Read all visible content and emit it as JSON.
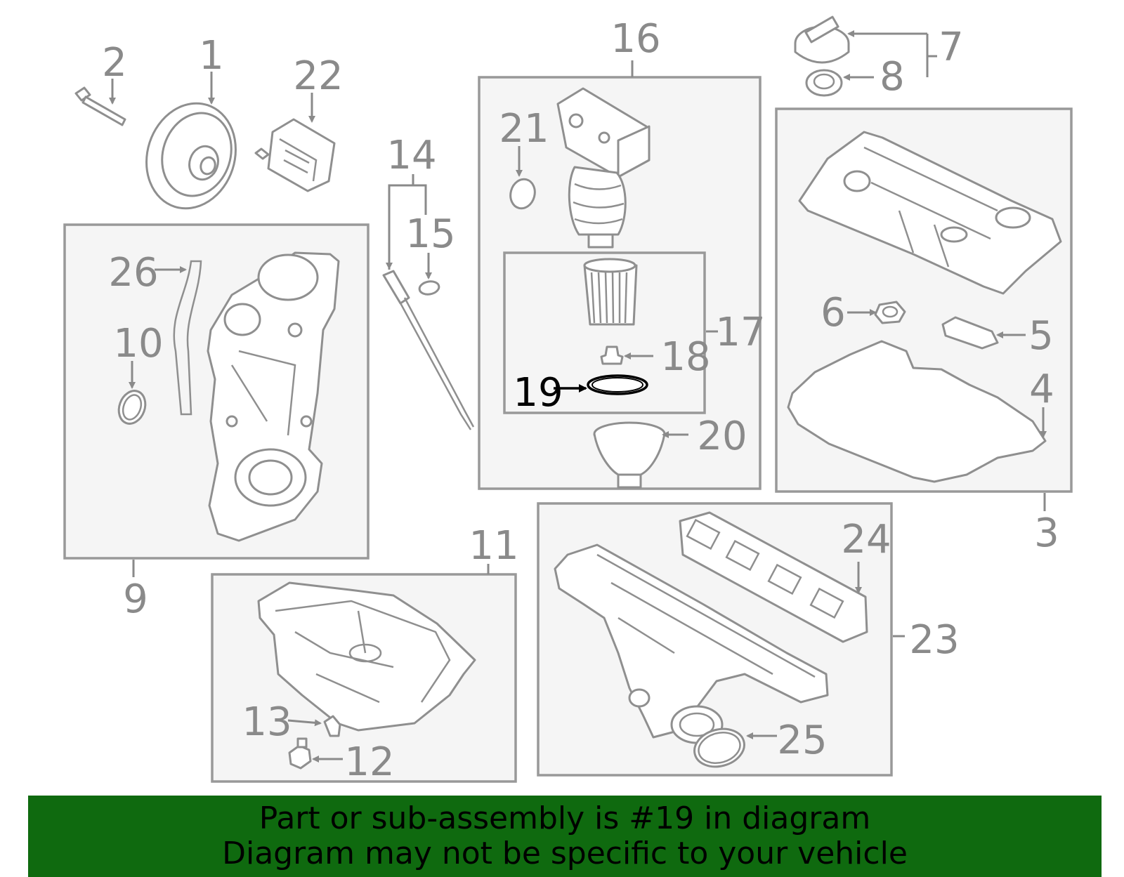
{
  "highlight_part": "19",
  "colors": {
    "banner_background": "#0f6a0f",
    "highlight": "#000000",
    "parts_gray": "#8a8a8a"
  },
  "labels": {
    "p1": "1",
    "p2": "2",
    "p3": "3",
    "p4": "4",
    "p5": "5",
    "p6": "6",
    "p7": "7",
    "p8": "8",
    "p9": "9",
    "p10": "10",
    "p11": "11",
    "p12": "12",
    "p13": "13",
    "p14": "14",
    "p15": "15",
    "p16": "16",
    "p17": "17",
    "p18": "18",
    "p19": "19",
    "p20": "20",
    "p21": "21",
    "p22": "22",
    "p23": "23",
    "p24": "24",
    "p25": "25",
    "p26": "26"
  },
  "banner": {
    "line1": "Part or sub-assembly is #19 in diagram",
    "line2": "Diagram may not be specific to your vehicle"
  }
}
